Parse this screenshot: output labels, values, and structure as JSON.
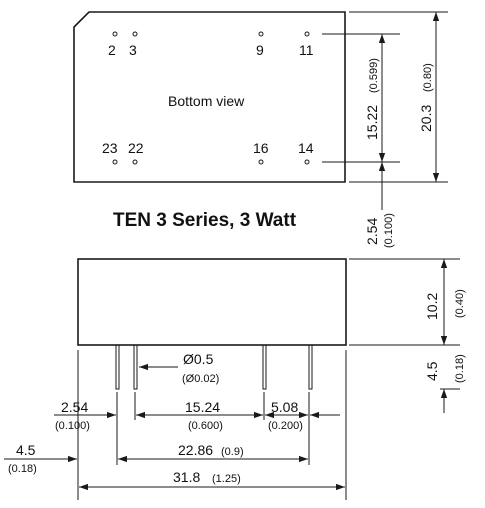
{
  "title": "TEN 3 Series, 3 Watt",
  "view_label": "Bottom view",
  "pins": {
    "p2": "2",
    "p3": "3",
    "p9": "9",
    "p11": "11",
    "p23": "23",
    "p22": "22",
    "p16": "16",
    "p14": "14"
  },
  "dims": {
    "pin_row": {
      "mm": "15.22",
      "in": "(0.599)"
    },
    "width_total": {
      "mm": "20.3",
      "in": "(0.80)"
    },
    "pin_offset": {
      "mm": "2.54",
      "in": "(0.100)"
    },
    "height": {
      "mm": "10.2",
      "in": "(0.40)"
    },
    "pin_len": {
      "mm": "4.5",
      "in": "(0.18)"
    },
    "pin_dia": {
      "mm": "Ø0.5",
      "in": "(Ø0.02)"
    },
    "pitch1": {
      "mm": "2.54",
      "in": "(0.100)"
    },
    "pitch2": {
      "mm": "15.24",
      "in": "(0.600)"
    },
    "pitch3": {
      "mm": "5.08",
      "in": "(0.200)"
    },
    "edge": {
      "mm": "4.5",
      "in": "(0.18)"
    },
    "span": {
      "mm": "22.86",
      "in": "(0.9)"
    },
    "length": {
      "mm": "31.8",
      "in": "(1.25)"
    }
  },
  "colors": {
    "line": "#1a1a1a",
    "background": "#ffffff"
  }
}
